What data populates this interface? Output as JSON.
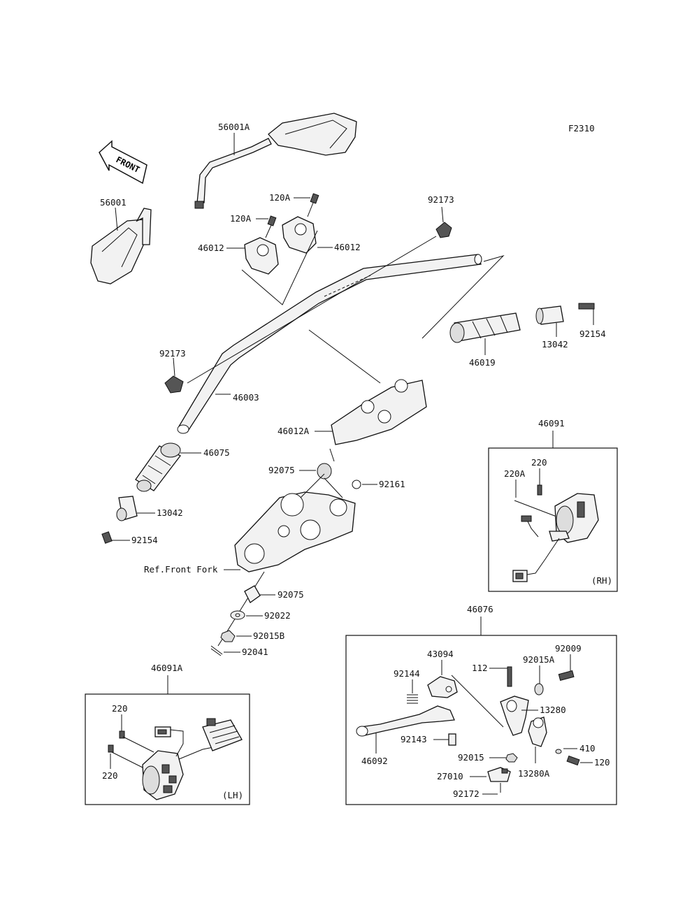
{
  "figure_code": "F2310",
  "front_arrow": "FRONT",
  "ref_label": "Ref.Front Fork",
  "box_tags": {
    "rh": "(RH)",
    "lh": "(LH)"
  },
  "parts": {
    "p56001A": "56001A",
    "p56001": "56001",
    "p120A_top": "120A",
    "p120A": "120A",
    "p46012_left": "46012",
    "p46012_right": "46012",
    "p92173_top": "92173",
    "p92173_left": "92173",
    "p46003": "46003",
    "p46019": "46019",
    "p13042_right": "13042",
    "p92154_right": "92154",
    "p46012A": "46012A",
    "p46075": "46075",
    "p92075_top": "92075",
    "p92161": "92161",
    "p13042_left": "13042",
    "p92154_left": "92154",
    "p92075_bottom": "92075",
    "p92022": "92022",
    "p92015B": "92015B",
    "p92041": "92041",
    "p46091": "46091",
    "p220_rh": "220",
    "p220A_rh": "220A",
    "p46076": "46076",
    "p43094": "43094",
    "p112": "112",
    "p92015A": "92015A",
    "p92009": "92009",
    "p92144": "92144",
    "p13280": "13280",
    "p46092": "46092",
    "p92143": "92143",
    "p92015": "92015",
    "p410": "410",
    "p120": "120",
    "p13280A": "13280A",
    "p27010": "27010",
    "p92172": "92172",
    "p46091A": "46091A",
    "p220_lh_top": "220",
    "p220_lh_bottom": "220"
  }
}
